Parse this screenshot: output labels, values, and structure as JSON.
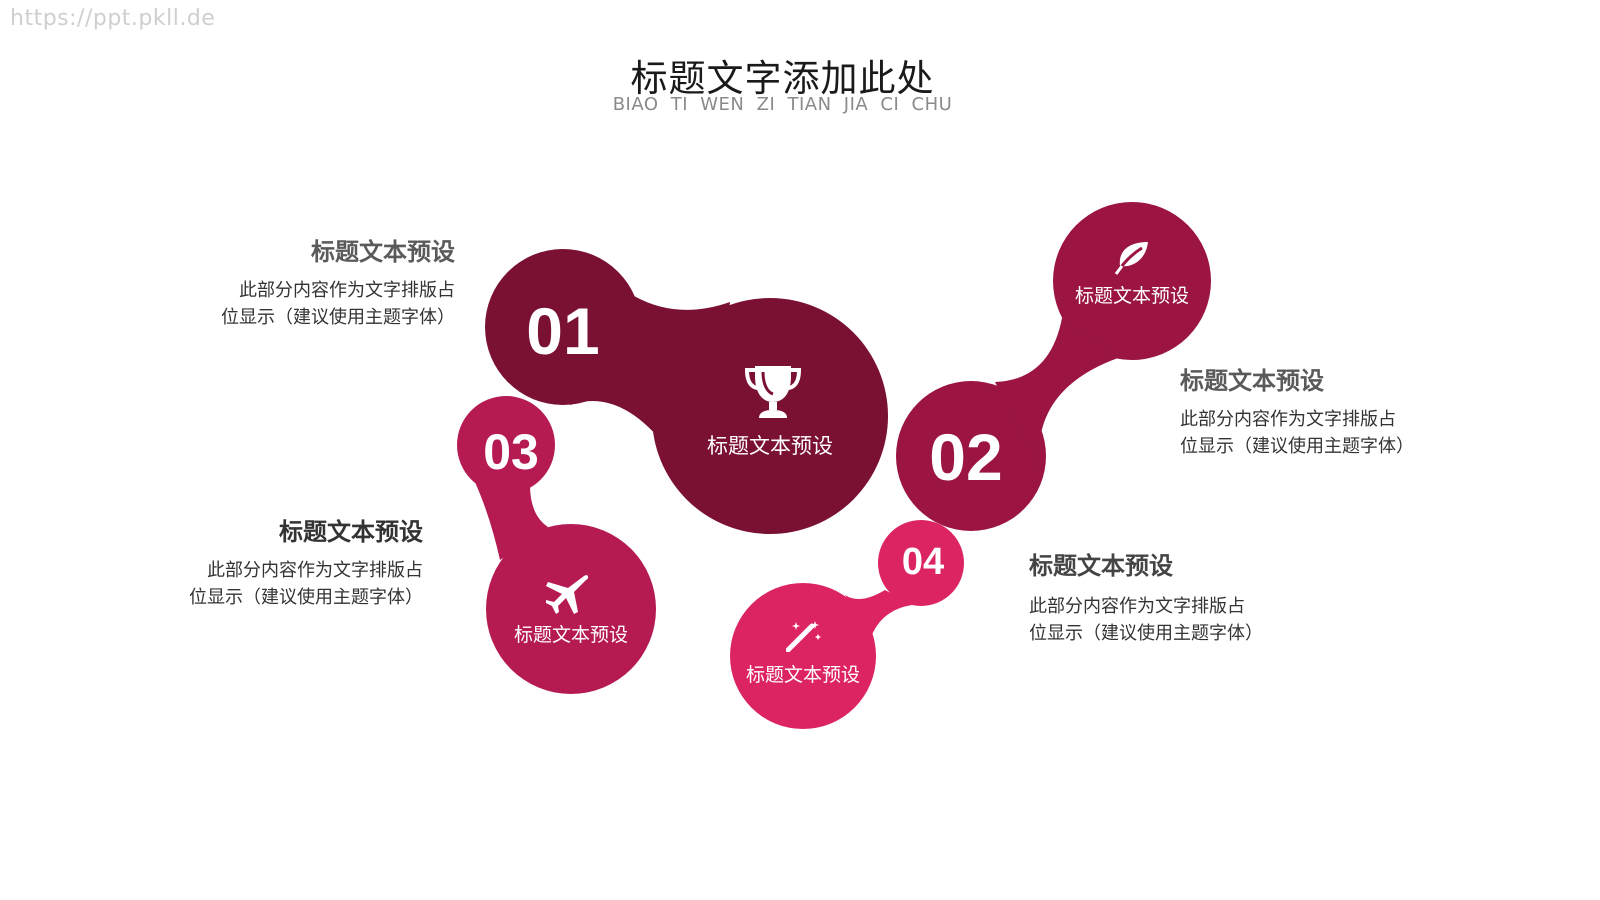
{
  "watermark": "https://ppt.pkll.de",
  "header": {
    "title": "标题文字添加此处",
    "subtitle": "BIAO TI WEN ZI TIAN JIA CI CHU"
  },
  "colors": {
    "item01": "#7a1133",
    "item02": "#9b1442",
    "item03": "#b51a52",
    "item04": "#dc2463",
    "text_gray": "#5a5a5a",
    "text_dark": "#333333"
  },
  "items": [
    {
      "number": "01",
      "inner_label": "标题文本预设",
      "icon": "trophy-icon",
      "side_title": "标题文本预设",
      "side_desc_1": "此部分内容作为文字排版占",
      "side_desc_2": "位显示（建议使用主题字体）"
    },
    {
      "number": "02",
      "inner_label": "标题文本预设",
      "icon": "leaf-icon",
      "side_title": "标题文本预设",
      "side_desc_1": "此部分内容作为文字排版占",
      "side_desc_2": "位显示（建议使用主题字体）"
    },
    {
      "number": "03",
      "inner_label": "标题文本预设",
      "icon": "airplane-icon",
      "side_title": "标题文本预设",
      "side_desc_1": "此部分内容作为文字排版占",
      "side_desc_2": "位显示（建议使用主题字体）"
    },
    {
      "number": "04",
      "inner_label": "标题文本预设",
      "icon": "magic-wand-icon",
      "side_title": "标题文本预设",
      "side_desc_1": "此部分内容作为文字排版占",
      "side_desc_2": "位显示（建议使用主题字体）"
    }
  ]
}
